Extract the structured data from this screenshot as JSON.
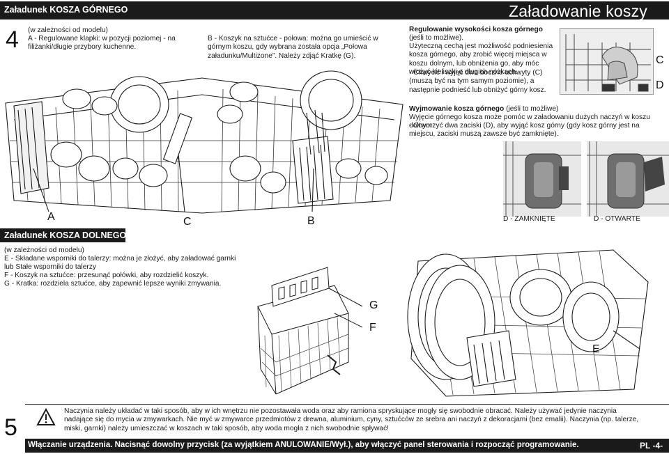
{
  "header": {
    "section_title": "Załadunek KOSZA GÓRNEGO",
    "page_title": "Załadowanie koszy"
  },
  "step4": {
    "number": "4",
    "intro": "(w zależności od modelu)",
    "item_a": "A - Regulowane klapki: w pozycji poziomej - na filiżanki/długie przybory kuchenne.",
    "item_b": "B - Koszyk na sztućce - połowa: można go umieścić w górnym koszu, gdy wybrana została opcja „Połowa załadunku/Multizone”. Należy zdjąć Kratkę (G)."
  },
  "height_adjust": {
    "title": "Regulowanie wysokości kosza górnego",
    "subtitle": "(jeśli to możliwe).",
    "body": "Użyteczną cechą jest możliwość podniesienia kosza górnego, aby zrobić więcej miejsca w koszu dolnym, lub obniżenia go, aby móc włożyć kieliszki o długich nóżkach.",
    "step": "- Chwycić i wyjąć dwa boczne uchwyty (C) (muszą być na tym samym poziomie), a następnie podnieść lub obniżyć górny kosz."
  },
  "removal": {
    "title": "Wyjmowanie kosza górnego",
    "title_suffix": "(jeśli to możliwe)",
    "line1": "Wyjęcie górnego kosza może pomóc w załadowaniu dużych naczyń w koszu dolnym.",
    "line2": "- Otworzyć dwa zaciski (D), aby wyjąć kosz górny (gdy kosz górny jest na miejscu, zaciski muszą zawsze być zamknięte)."
  },
  "clip_labels": {
    "closed": "D - ZAMKNIĘTE",
    "open": "D - OTWARTE"
  },
  "callouts": {
    "a": "A",
    "b": "B",
    "c": "C",
    "c2": "C",
    "d": "D",
    "e": "E",
    "f": "F",
    "g": "G"
  },
  "lower": {
    "section_title": "Załadunek KOSZA DOLNEGO",
    "intro": "(w zależności od modelu)",
    "item_e": "E - Składane wsporniki do talerzy: można je złożyć, aby załadować garnki lub Stałe wsporniki do talerzy",
    "item_f": "F - Koszyk na sztućce: przesunąć połówki, aby rozdzielić koszyk.",
    "item_g": "G - Kratka: rozdziela sztućce, aby zapewnić lepsze wyniki zmywania."
  },
  "warning": {
    "icon": "warning-triangle-icon",
    "text": "Naczynia należy układać w taki sposób, aby w ich wnętrzu nie pozostawała woda oraz aby ramiona spryskujące mogły się swobodnie obracać. Należy używać jedynie naczynia nadające się do mycia w zmywarkach. Nie myć w zmywarce przedmiotów z drewna, aluminium, cyny, sztućców ze srebra ani naczyń z dekoracjami (bez emalii). Naczynia (np. talerze, miski, garnki) należy umieszczać w koszach w taki sposób, aby woda mogła z nich swobodnie spływać!"
  },
  "step5": {
    "number": "5",
    "text": "Włączanie urządzenia. Nacisnąć dowolny przycisk (za wyjątkiem ANULOWANIE/Wył.), aby włączyć panel sterowania i rozpocząć programowanie.",
    "page_ref": "PL -4-"
  },
  "colors": {
    "bar": "#1a1a1a",
    "text": "#1a1a1a",
    "accent_gray": "#8a8a8a"
  }
}
